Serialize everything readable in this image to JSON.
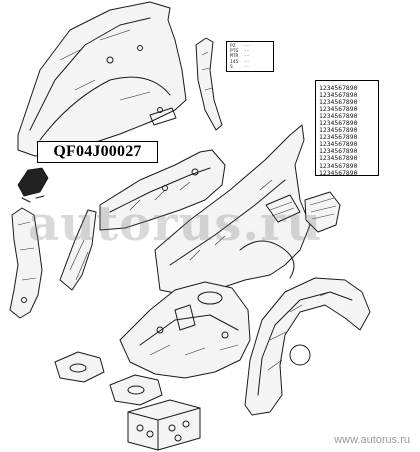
{
  "part_number": "QF04J00027",
  "number_grid": {
    "rows": [
      "1234567890",
      "1234567890",
      "1234567890",
      "1234567890",
      "1234567890",
      "1234567890",
      "1234567890",
      "1234567890",
      "1234567890",
      "1234567890",
      "1234567890",
      "1234567890",
      "1234567890"
    ]
  },
  "small_tag": {
    "rows": [
      "PZ   --",
      "PTG  --",
      "MTR  --",
      "145  --",
      "S    --"
    ]
  },
  "watermark": {
    "text": "autorus.ru",
    "url": "www.autorus.ru"
  }
}
